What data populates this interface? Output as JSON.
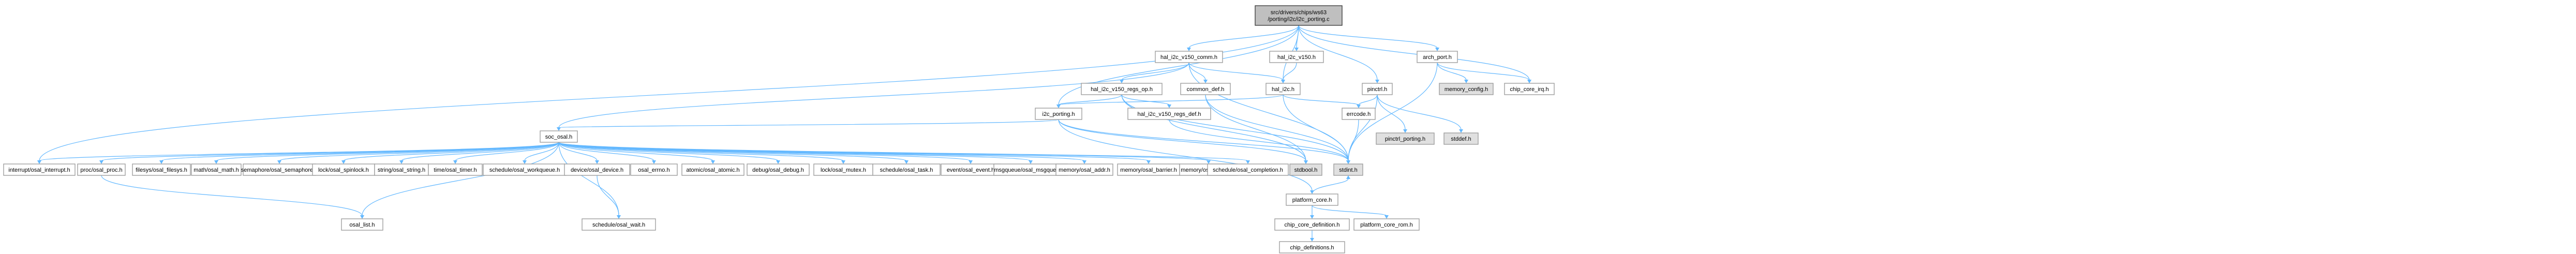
{
  "diagram": {
    "type": "include-dependency-graph",
    "root": "src/drivers/chips/ws63/porting/i2c/i2c_porting.c",
    "nodes": [
      {
        "id": "root",
        "lines": [
          "src/drivers/chips/ws63",
          "/porting/i2c/i2c_porting.c"
        ],
        "kind": "root"
      },
      {
        "id": "hal_i2c_v150_comm",
        "lines": [
          "hal_i2c_v150_comm.h"
        ]
      },
      {
        "id": "hal_i2c_v150",
        "lines": [
          "hal_i2c_v150.h"
        ]
      },
      {
        "id": "arch_port",
        "lines": [
          "arch_port.h"
        ]
      },
      {
        "id": "hal_i2c_v150_regs_op",
        "lines": [
          "hal_i2c_v150_regs_op.h"
        ]
      },
      {
        "id": "common_def",
        "lines": [
          "common_def.h"
        ]
      },
      {
        "id": "hal_i2c",
        "lines": [
          "hal_i2c.h"
        ]
      },
      {
        "id": "pinctrl",
        "lines": [
          "pinctrl.h"
        ]
      },
      {
        "id": "memory_config",
        "lines": [
          "memory_config.h"
        ],
        "kind": "ext"
      },
      {
        "id": "chip_core_irq",
        "lines": [
          "chip_core_irq.h"
        ]
      },
      {
        "id": "soc_osal",
        "lines": [
          "soc_osal.h"
        ]
      },
      {
        "id": "i2c_porting",
        "lines": [
          "i2c_porting.h"
        ]
      },
      {
        "id": "hal_i2c_v150_regs_def",
        "lines": [
          "hal_i2c_v150_regs_def.h"
        ]
      },
      {
        "id": "errcode",
        "lines": [
          "errcode.h"
        ]
      },
      {
        "id": "pinctrl_porting",
        "lines": [
          "pinctrl_porting.h"
        ],
        "kind": "ext"
      },
      {
        "id": "stddef",
        "lines": [
          "stddef.h"
        ],
        "kind": "ext"
      },
      {
        "id": "interrupt",
        "lines": [
          "interrupt/osal_interrupt.h"
        ]
      },
      {
        "id": "proc",
        "lines": [
          "proc/osal_proc.h"
        ]
      },
      {
        "id": "filesys",
        "lines": [
          "filesys/osal_filesys.h"
        ]
      },
      {
        "id": "math",
        "lines": [
          "math/osal_math.h"
        ]
      },
      {
        "id": "semaphore",
        "lines": [
          "semaphore/osal_semaphore.h"
        ]
      },
      {
        "id": "spinlock",
        "lines": [
          "lock/osal_spinlock.h"
        ]
      },
      {
        "id": "string",
        "lines": [
          "string/osal_string.h"
        ]
      },
      {
        "id": "timer",
        "lines": [
          "time/osal_timer.h"
        ]
      },
      {
        "id": "workqueue",
        "lines": [
          "schedule/osal_workqueue.h"
        ]
      },
      {
        "id": "device",
        "lines": [
          "device/osal_device.h"
        ]
      },
      {
        "id": "errno",
        "lines": [
          "osal_errno.h"
        ]
      },
      {
        "id": "atomic",
        "lines": [
          "atomic/osal_atomic.h"
        ]
      },
      {
        "id": "debug",
        "lines": [
          "debug/osal_debug.h"
        ]
      },
      {
        "id": "mutex",
        "lines": [
          "lock/osal_mutex.h"
        ]
      },
      {
        "id": "task",
        "lines": [
          "schedule/osal_task.h"
        ]
      },
      {
        "id": "event",
        "lines": [
          "event/osal_event.h"
        ]
      },
      {
        "id": "msgqueue",
        "lines": [
          "msgqueue/osal_msgqueue.h"
        ]
      },
      {
        "id": "addr",
        "lines": [
          "memory/osal_addr.h"
        ]
      },
      {
        "id": "barrier",
        "lines": [
          "memory/osal_barrier.h"
        ]
      },
      {
        "id": "cache",
        "lines": [
          "memory/osal_cache.h"
        ]
      },
      {
        "id": "completion",
        "lines": [
          "schedule/osal_completion.h"
        ]
      },
      {
        "id": "stdbool",
        "lines": [
          "stdbool.h"
        ],
        "kind": "ext"
      },
      {
        "id": "stdint",
        "lines": [
          "stdint.h"
        ],
        "kind": "ext"
      },
      {
        "id": "platform_core",
        "lines": [
          "platform_core.h"
        ]
      },
      {
        "id": "osal_list",
        "lines": [
          "osal_list.h"
        ]
      },
      {
        "id": "wait",
        "lines": [
          "schedule/osal_wait.h"
        ]
      },
      {
        "id": "chip_core_definition",
        "lines": [
          "chip_core_definition.h"
        ]
      },
      {
        "id": "platform_core_rom",
        "lines": [
          "platform_core_rom.h"
        ]
      },
      {
        "id": "chip_definitions",
        "lines": [
          "chip_definitions.h"
        ]
      }
    ],
    "edges": [
      [
        "root",
        "hal_i2c_v150_comm"
      ],
      [
        "root",
        "hal_i2c_v150"
      ],
      [
        "root",
        "arch_port"
      ],
      [
        "root",
        "hal_i2c"
      ],
      [
        "root",
        "pinctrl"
      ],
      [
        "root",
        "i2c_porting"
      ],
      [
        "root",
        "interrupt"
      ],
      [
        "root",
        "chip_core_irq"
      ],
      [
        "hal_i2c_v150_comm",
        "hal_i2c_v150_regs_op"
      ],
      [
        "hal_i2c_v150_comm",
        "common_def"
      ],
      [
        "hal_i2c_v150_comm",
        "hal_i2c"
      ],
      [
        "hal_i2c_v150_comm",
        "soc_osal"
      ],
      [
        "hal_i2c_v150_comm",
        "stdint"
      ],
      [
        "hal_i2c_v150",
        "hal_i2c"
      ],
      [
        "arch_port",
        "memory_config"
      ],
      [
        "arch_port",
        "chip_core_irq"
      ],
      [
        "arch_port",
        "stdint"
      ],
      [
        "hal_i2c_v150_regs_op",
        "hal_i2c_v150_regs_def"
      ],
      [
        "hal_i2c_v150_regs_op",
        "i2c_porting"
      ],
      [
        "hal_i2c_v150_regs_op",
        "stdint"
      ],
      [
        "hal_i2c_v150_regs_op",
        "stdbool"
      ],
      [
        "common_def",
        "stdint"
      ],
      [
        "common_def",
        "stdbool"
      ],
      [
        "hal_i2c",
        "errcode"
      ],
      [
        "hal_i2c",
        "stdint"
      ],
      [
        "hal_i2c",
        "i2c_porting"
      ],
      [
        "pinctrl",
        "errcode"
      ],
      [
        "pinctrl",
        "pinctrl_porting"
      ],
      [
        "pinctrl",
        "stddef"
      ],
      [
        "pinctrl",
        "stdint"
      ],
      [
        "errcode",
        "stdint"
      ],
      [
        "hal_i2c_v150_regs_def",
        "stdint"
      ],
      [
        "i2c_porting",
        "stdint"
      ],
      [
        "i2c_porting",
        "stdbool"
      ],
      [
        "i2c_porting",
        "soc_osal"
      ],
      [
        "i2c_porting",
        "platform_core"
      ],
      [
        "soc_osal",
        "interrupt"
      ],
      [
        "soc_osal",
        "proc"
      ],
      [
        "soc_osal",
        "filesys"
      ],
      [
        "soc_osal",
        "math"
      ],
      [
        "soc_osal",
        "semaphore"
      ],
      [
        "soc_osal",
        "spinlock"
      ],
      [
        "soc_osal",
        "string"
      ],
      [
        "soc_osal",
        "timer"
      ],
      [
        "soc_osal",
        "workqueue"
      ],
      [
        "soc_osal",
        "device"
      ],
      [
        "soc_osal",
        "errno"
      ],
      [
        "soc_osal",
        "atomic"
      ],
      [
        "soc_osal",
        "debug"
      ],
      [
        "soc_osal",
        "mutex"
      ],
      [
        "soc_osal",
        "task"
      ],
      [
        "soc_osal",
        "event"
      ],
      [
        "soc_osal",
        "msgqueue"
      ],
      [
        "soc_osal",
        "addr"
      ],
      [
        "soc_osal",
        "barrier"
      ],
      [
        "soc_osal",
        "cache"
      ],
      [
        "soc_osal",
        "completion"
      ],
      [
        "soc_osal",
        "osal_list"
      ],
      [
        "soc_osal",
        "wait"
      ],
      [
        "proc",
        "osal_list"
      ],
      [
        "device",
        "wait"
      ],
      [
        "platform_core",
        "chip_core_definition"
      ],
      [
        "platform_core",
        "platform_core_rom"
      ],
      [
        "platform_core",
        "stdint"
      ],
      [
        "chip_core_definition",
        "chip_definitions"
      ]
    ]
  }
}
